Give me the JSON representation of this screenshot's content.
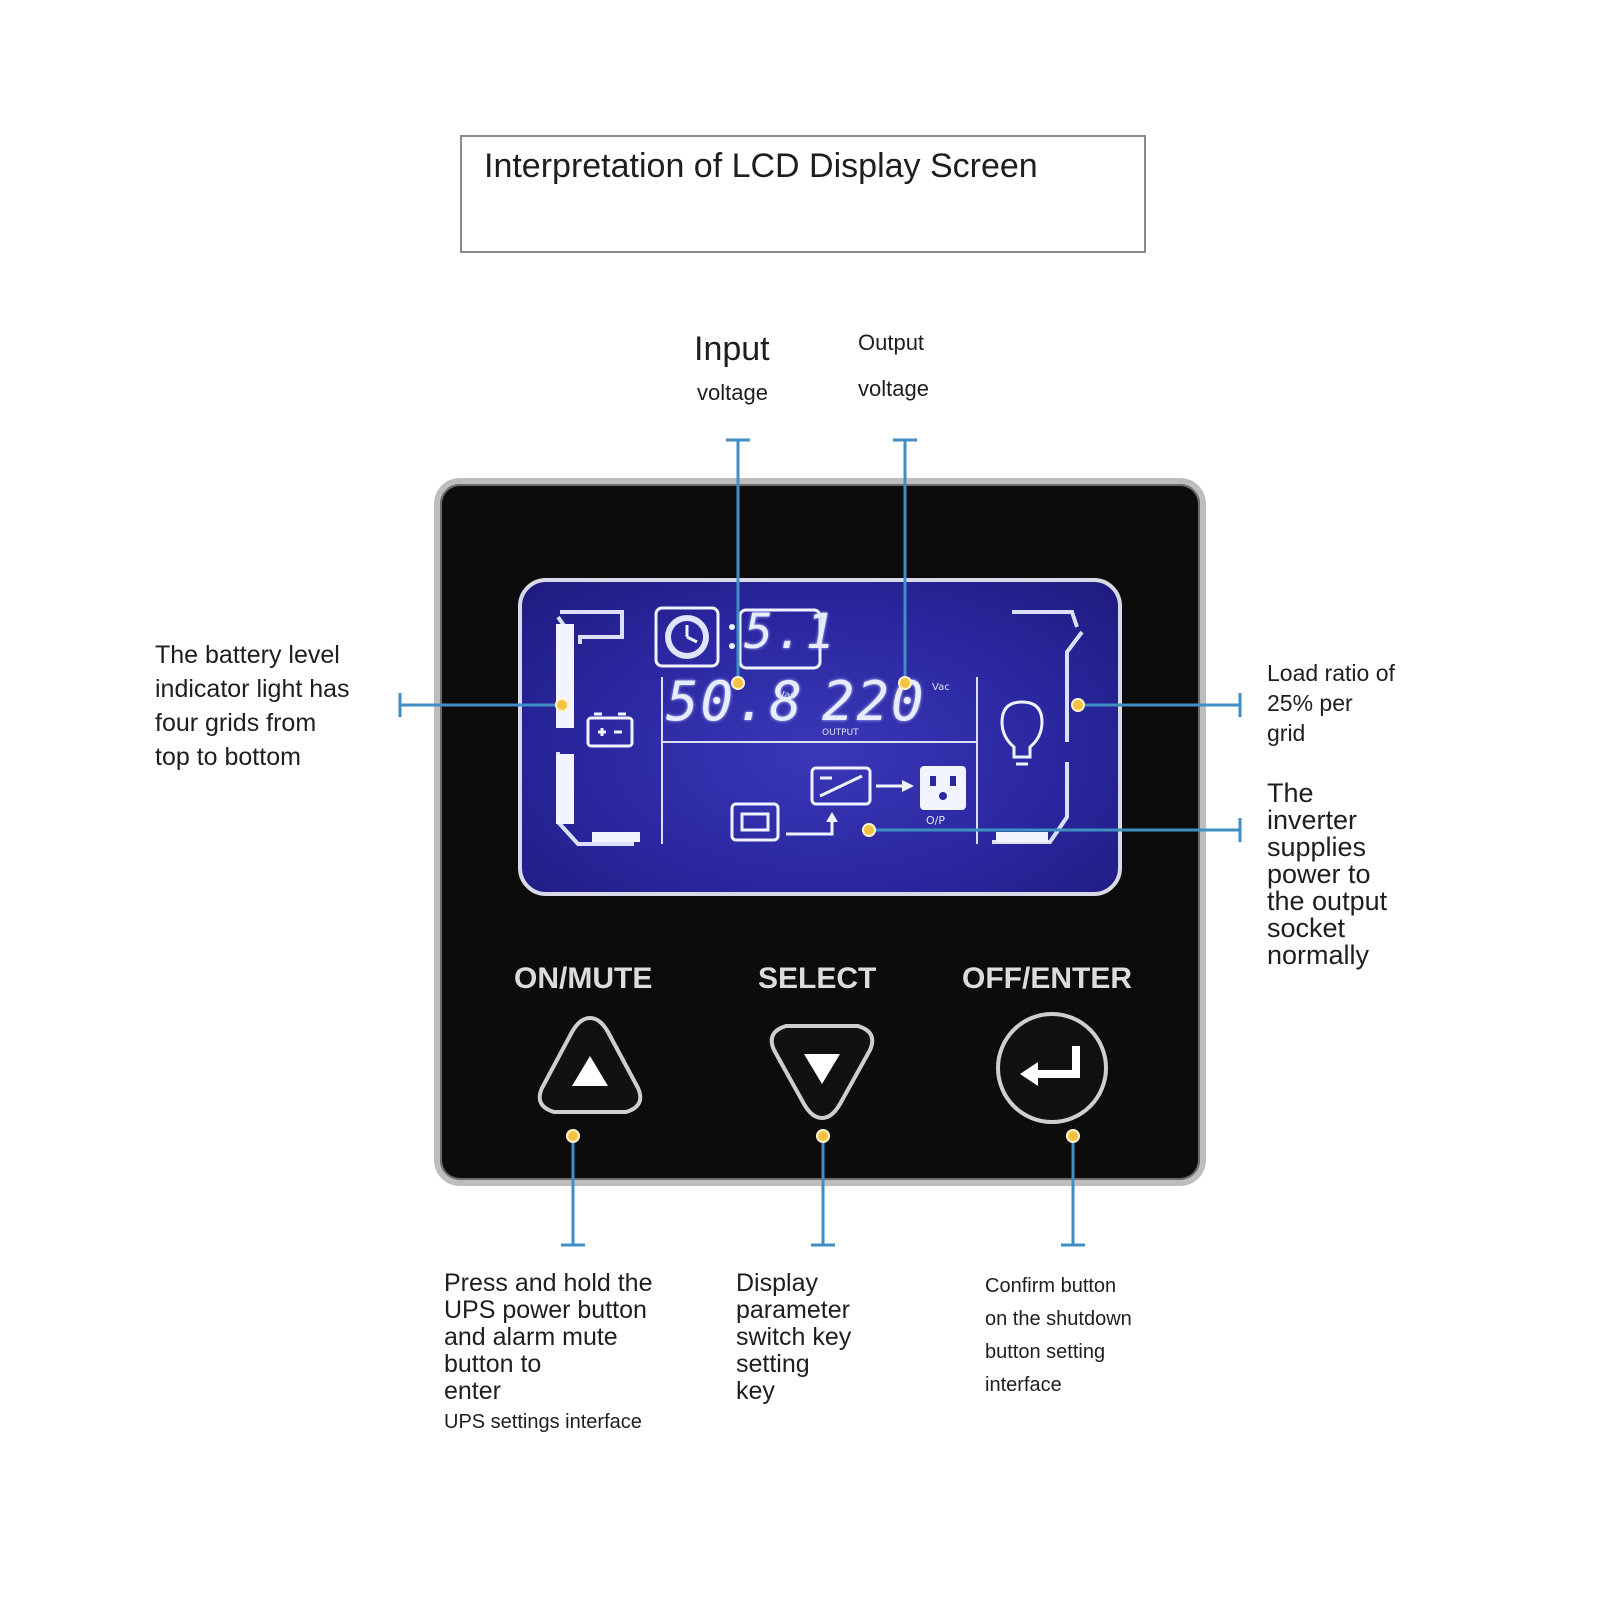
{
  "title": "Interpretation of LCD Display Screen",
  "lcd": {
    "time_value": "5.1",
    "input_value": "50.8",
    "input_unit": "Vac",
    "output_value": "220",
    "output_unit": "Vac",
    "output_caption": "OUTPUT",
    "socket_caption": "O/P"
  },
  "buttons": {
    "on_mute": "ON/MUTE",
    "select": "SELECT",
    "off_enter": "OFF/ENTER"
  },
  "annotations": {
    "input_voltage": [
      "Input",
      "voltage"
    ],
    "output_voltage": [
      "Output",
      "voltage"
    ],
    "battery_level": [
      "The battery level",
      "indicator light has",
      "four grids from",
      "top to bottom"
    ],
    "load_ratio": [
      "Load ratio of",
      "25% per",
      "grid"
    ],
    "inverter": [
      "The",
      "inverter",
      "supplies",
      "power to",
      "the output",
      "socket",
      "normally"
    ],
    "on_mute_desc": [
      "Press and hold the",
      "UPS power button",
      "and alarm mute",
      "button to",
      "enter",
      "UPS settings interface"
    ],
    "select_desc": [
      "Display",
      "parameter",
      "switch key",
      "setting",
      "key"
    ],
    "off_enter_desc": [
      "Confirm button",
      "on the shutdown",
      "button setting",
      "interface"
    ]
  },
  "colors": {
    "callout_line": "#3f8fc4",
    "callout_dot": "#f5c242",
    "lcd_blue": "#2a27a0",
    "panel": "#0c0c0c"
  }
}
